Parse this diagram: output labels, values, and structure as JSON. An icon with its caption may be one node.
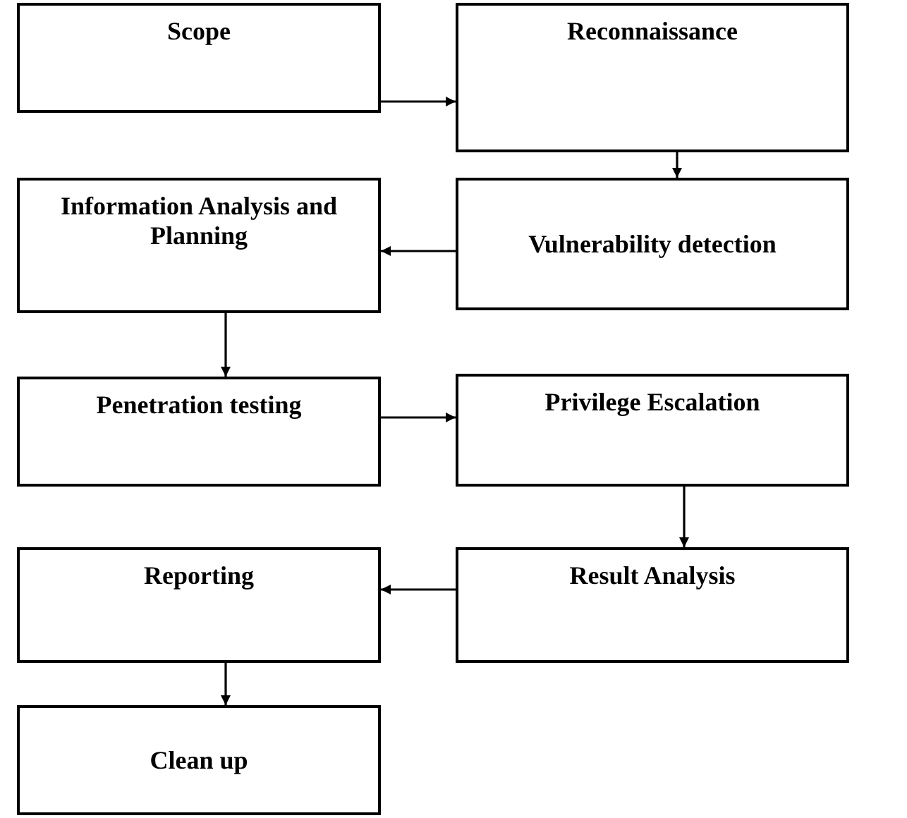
{
  "diagram": {
    "nodes": [
      {
        "text": [
          "Scope"
        ]
      },
      {
        "text": [
          "Reconnaissance"
        ]
      },
      {
        "text": [
          "Vulnerability detection"
        ]
      },
      {
        "text": [
          "Information Analysis and Planning"
        ]
      },
      {
        "text": [
          "Penetration testing"
        ]
      },
      {
        "text": [
          "Privilege Escalation"
        ]
      },
      {
        "text": [
          "Result Analysis"
        ]
      },
      {
        "text": [
          "Reporting"
        ]
      },
      {
        "text": [
          "Clean up"
        ]
      }
    ],
    "edges": [
      {
        "from": 0,
        "to": 1,
        "arrow": "to"
      },
      {
        "from": 1,
        "to": 2,
        "arrow": "to"
      },
      {
        "from": 2,
        "to": 3,
        "arrow": "to"
      },
      {
        "from": 3,
        "to": 4,
        "arrow": "to"
      },
      {
        "from": 4,
        "to": 5,
        "arrow": "to"
      },
      {
        "from": 5,
        "to": 6,
        "arrow": "to"
      },
      {
        "from": 6,
        "to": 7,
        "arrow": "to"
      },
      {
        "from": 7,
        "to": 8,
        "arrow": "to"
      }
    ]
  }
}
